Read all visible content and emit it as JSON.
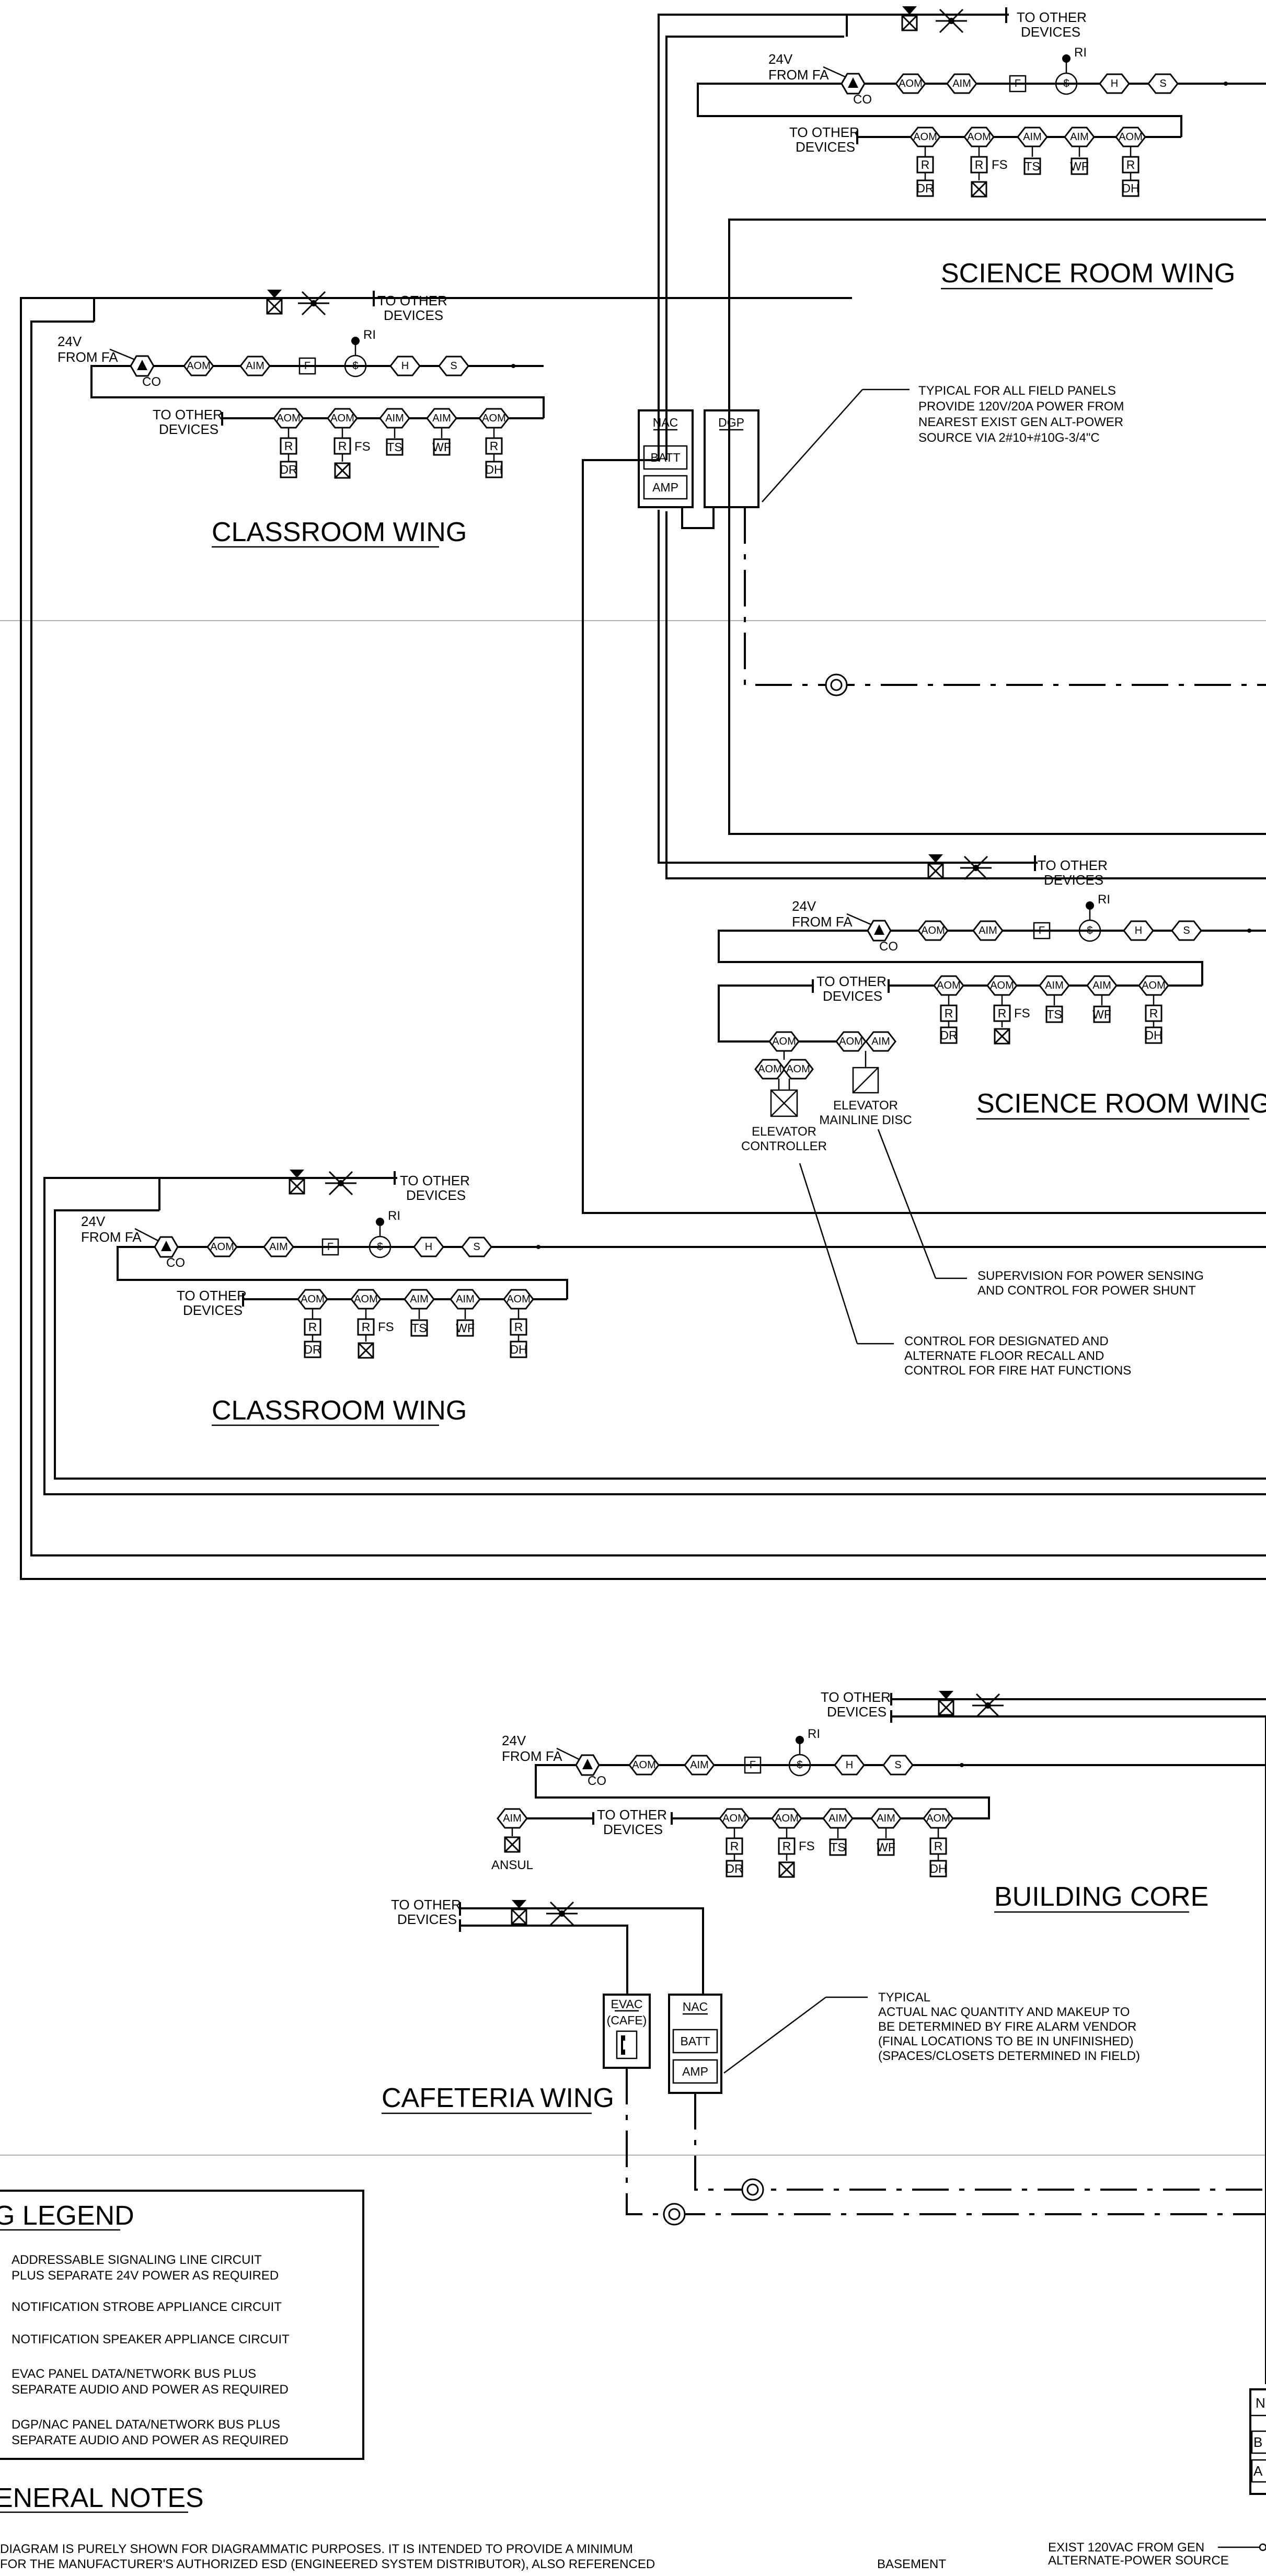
{
  "colors": {
    "line": "#000000",
    "background": "#ffffff",
    "separator": "#b0b0b0"
  },
  "labels": {
    "to_other_devices_1": "TO OTHER",
    "to_other_devices_2": "DEVICES",
    "v24": "24V",
    "from_fa": "FROM FA",
    "co": "CO",
    "ri": "RI",
    "fs": "FS"
  },
  "device_codes": {
    "aom": "AOM",
    "aim": "AIM",
    "r": "R",
    "dr": "DR",
    "dh": "DH",
    "ts": "TS",
    "wf": "WF",
    "f": "F",
    "h": "H",
    "s": "S"
  },
  "wings": {
    "science_room_top": "SCIENCE ROOM WING",
    "classroom_top": "CLASSROOM WING",
    "science_room_mid": "SCIENCE ROOM WING",
    "classroom_mid": "CLASSROOM WING",
    "building_core": "BUILDING CORE",
    "cafeteria": "CAFETERIA WING"
  },
  "panels": {
    "nac": "NAC",
    "dgp": "DGP",
    "batt": "BATT",
    "amp": "AMP",
    "evac": "EVAC",
    "cafe": "(CAFE)",
    "ansul": "ANSUL"
  },
  "notes": {
    "field_panels": [
      "TYPICAL FOR ALL FIELD PANELS",
      "PROVIDE 120V/20A POWER FROM",
      "NEAREST EXIST GEN ALT-POWER",
      "SOURCE VIA 2#10+#10G-3/4\"C"
    ],
    "elevator_mainline": [
      "ELEVATOR",
      "MAINLINE DISC"
    ],
    "elevator_controller": [
      "ELEVATOR",
      "CONTROLLER"
    ],
    "supervision": [
      "SUPERVISION FOR POWER SENSING",
      "AND CONTROL FOR POWER SHUNT"
    ],
    "control": [
      "CONTROL FOR DESIGNATED AND",
      "ALTERNATE FLOOR RECALL AND",
      "CONTROL FOR FIRE HAT FUNCTIONS"
    ],
    "nac_typical": [
      "TYPICAL",
      "ACTUAL NAC QUANTITY AND MAKEUP TO",
      "BE DETERMINED BY FIRE ALARM VENDOR",
      "(FINAL LOCATIONS TO BE IN UNFINISHED)",
      "(SPACES/CLOSETS DETERMINED IN FIELD)"
    ]
  },
  "legend": {
    "title": "G  LEGEND",
    "items": [
      [
        "ADDRESSABLE SIGNALING LINE CIRCUIT",
        "PLUS SEPARATE 24V POWER AS REQUIRED"
      ],
      [
        "NOTIFICATION STROBE APPLIANCE CIRCUIT"
      ],
      [
        "NOTIFICATION SPEAKER APPLIANCE CIRCUIT"
      ],
      [
        "EVAC PANEL DATA/NETWORK BUS PLUS",
        "SEPARATE AUDIO AND POWER AS REQUIRED"
      ],
      [
        "DGP/NAC PANEL DATA/NETWORK BUS PLUS",
        "SEPARATE AUDIO AND POWER AS REQUIRED"
      ]
    ]
  },
  "general_notes": {
    "title": "ENERAL  NOTES",
    "lines": [
      "DIAGRAM IS PURELY SHOWN FOR DIAGRAMMATIC PURPOSES. IT IS INTENDED TO PROVIDE A MINIMUM",
      "FOR THE MANUFACTURER'S AUTHORIZED ESD (ENGINEERED SYSTEM DISTRIBUTOR), ALSO REFERENCED"
    ]
  },
  "footer": {
    "basement": "BASEMENT",
    "exist_power_1": "EXIST 120VAC FROM GEN",
    "exist_power_2": "ALTERNATE-POWER SOURCE",
    "cut_b": "B",
    "cut_a": "A",
    "cut_n": "N"
  }
}
